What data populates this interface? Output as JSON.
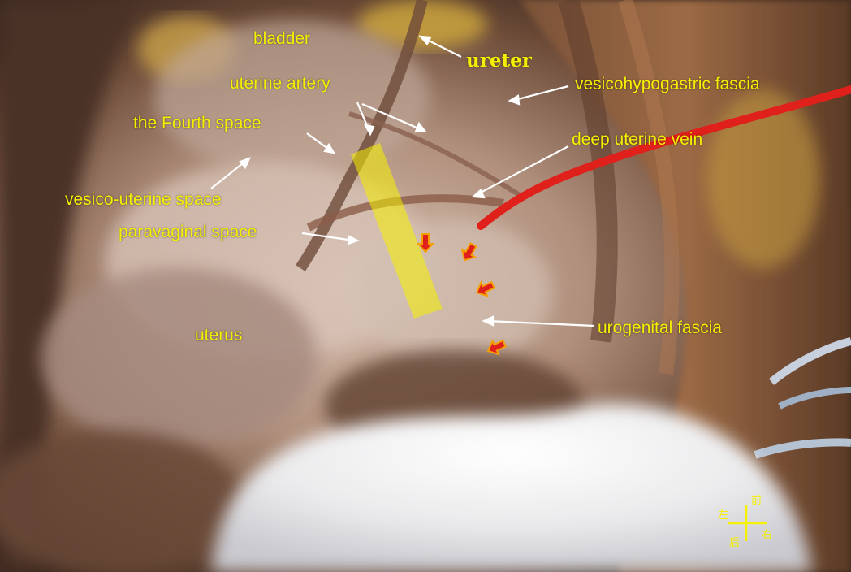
{
  "photo": {
    "subject": "",
    "highlight_color": "#f5f000",
    "arrow_color": "#ffffff",
    "marker_color": "#e0201a"
  },
  "labels": {
    "bladder": "bladder",
    "ureter": "ureter",
    "uterine_artery": "uterine artery",
    "vesicohypogastric_fascia": "vesicohypogastric fascia",
    "fourth_space": "the Fourth space",
    "deep_uterine_vein": "deep uterine vein",
    "vesico_uterine_space": "vesico-uterine space",
    "paravaginal_space": "paravaginal space",
    "urogenital_fascia": "urogenital fascia",
    "uterus": "uterus"
  },
  "compass": {
    "front": "前",
    "back": "后",
    "left": "左",
    "right": "右"
  }
}
